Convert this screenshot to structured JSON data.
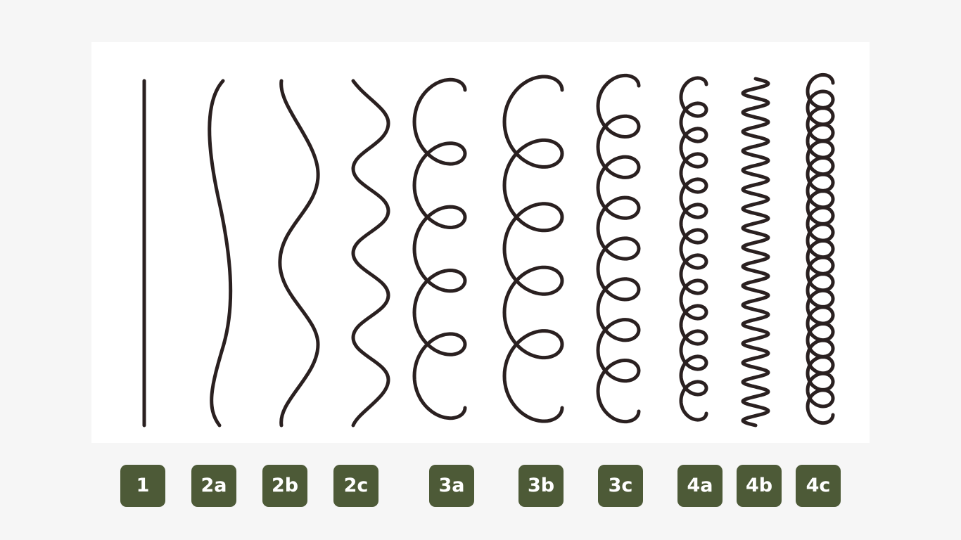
{
  "types": [
    {
      "label": "1",
      "pattern": "straight"
    },
    {
      "label": "2a",
      "pattern": "wave"
    },
    {
      "label": "2b",
      "pattern": "wave"
    },
    {
      "label": "2c",
      "pattern": "wave"
    },
    {
      "label": "3a",
      "pattern": "loop"
    },
    {
      "label": "3b",
      "pattern": "loop"
    },
    {
      "label": "3c",
      "pattern": "loop"
    },
    {
      "label": "4a",
      "pattern": "loop"
    },
    {
      "label": "4b",
      "pattern": "zigzag"
    },
    {
      "label": "4c",
      "pattern": "loop"
    }
  ],
  "colors": {
    "background": "#f6f6f6",
    "panel": "#ffffff",
    "hair": "#2a2020",
    "badge": "#4d5a37",
    "badge_text": "#ffffff"
  }
}
